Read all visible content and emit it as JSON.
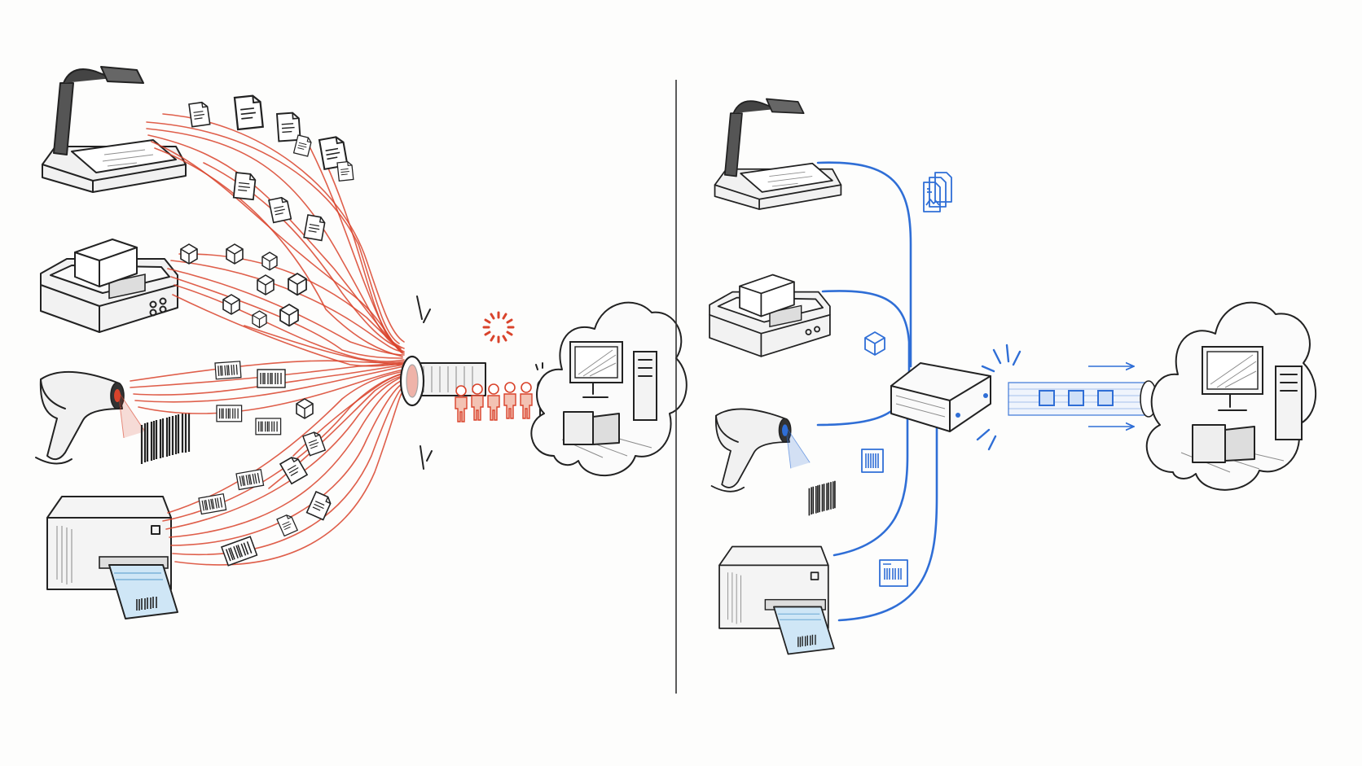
{
  "colors": {
    "ink": "#222222",
    "congestion_red": "#d9432b",
    "flow_blue": "#2f6ed6",
    "label_blue": "#cfe6f6",
    "background": "#fdfdfc"
  },
  "panels": [
    {
      "id": "before",
      "devices": [
        "document-camera",
        "weighing-scale",
        "barcode-scanner",
        "label-printer"
      ],
      "flow": "tangled-red",
      "destination": "cloud-computer"
    },
    {
      "id": "after",
      "devices": [
        "document-camera",
        "weighing-scale",
        "barcode-scanner",
        "label-printer"
      ],
      "hub": "edge-gateway",
      "flow": "organized-blue",
      "destination": "cloud-computer"
    }
  ],
  "icons": {
    "queue": "waiting-people-icon",
    "loading": "loading-spinner-icon",
    "packets": [
      "document-packet-icon",
      "package-packet-icon",
      "barcode-packet-icon",
      "label-packet-icon"
    ]
  }
}
